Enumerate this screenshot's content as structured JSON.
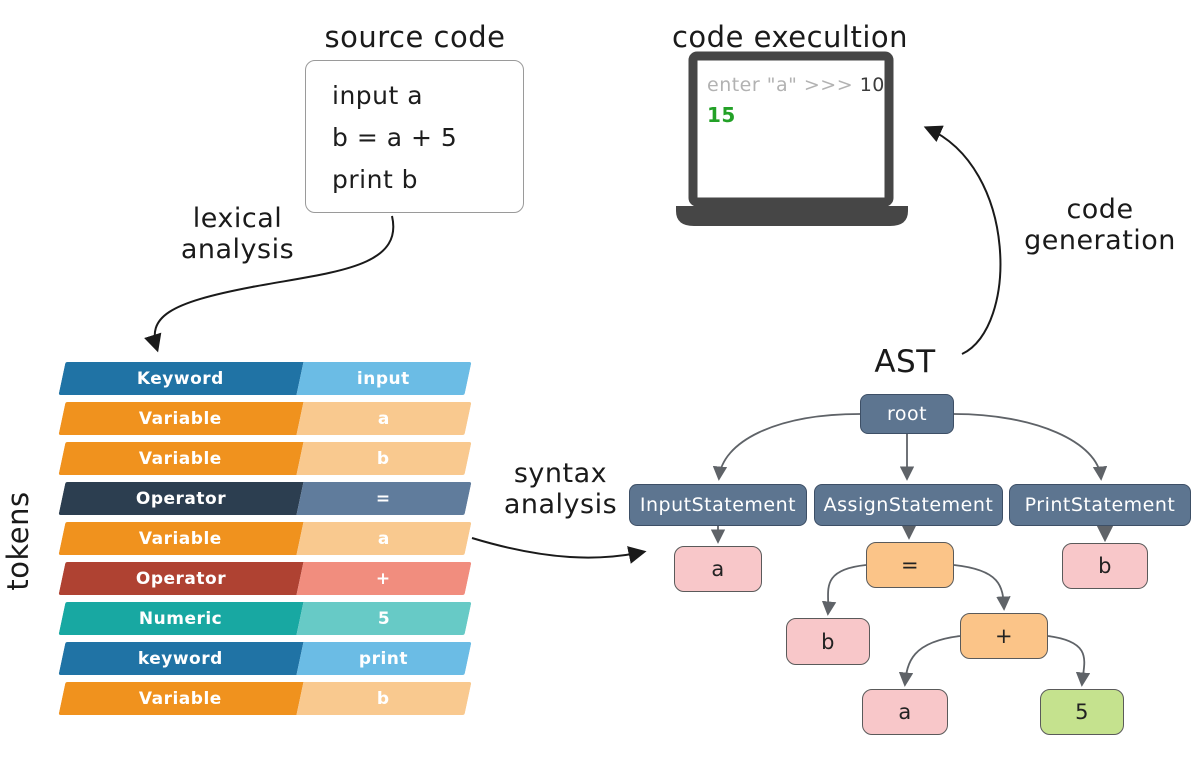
{
  "titles": {
    "source_code": "source code",
    "code_execution": "code execultion",
    "ast": "AST",
    "tokens_axis": "tokens"
  },
  "process_labels": {
    "lexical_line1": "lexical",
    "lexical_line2": "analysis",
    "syntax_line1": "syntax",
    "syntax_line2": "analysis",
    "codegen_line1": "code",
    "codegen_line2": "generation"
  },
  "source_code": {
    "lines": [
      "input a",
      "b = a + 5",
      "print b"
    ]
  },
  "terminal": {
    "prompt": "enter \"a\" >>> ",
    "entered_value": "10",
    "output_value": "15"
  },
  "tokens": {
    "rows": [
      {
        "type": "Keyword",
        "value": "input",
        "variant": "keyword"
      },
      {
        "type": "Variable",
        "value": "a",
        "variant": "variable"
      },
      {
        "type": "Variable",
        "value": "b",
        "variant": "variable"
      },
      {
        "type": "Operator",
        "value": "=",
        "variant": "operator-assign"
      },
      {
        "type": "Variable",
        "value": "a",
        "variant": "variable"
      },
      {
        "type": "Operator",
        "value": "+",
        "variant": "operator-plus"
      },
      {
        "type": "Numeric",
        "value": "5",
        "variant": "numeric"
      },
      {
        "type": "keyword",
        "value": "print",
        "variant": "keyword"
      },
      {
        "type": "Variable",
        "value": "b",
        "variant": "variable"
      }
    ]
  },
  "ast": {
    "root": {
      "label": "root"
    },
    "statements": [
      {
        "label": "InputStatement"
      },
      {
        "label": "AssignStatement"
      },
      {
        "label": "PrintStatement"
      }
    ],
    "leaves": {
      "input_arg": {
        "label": "a"
      },
      "assign_op": {
        "label": "="
      },
      "assign_target": {
        "label": "b"
      },
      "add_op": {
        "label": "+"
      },
      "add_left": {
        "label": "a"
      },
      "add_right": {
        "label": "5"
      },
      "print_arg": {
        "label": "b"
      }
    }
  },
  "colors": {
    "keyword_dark": "#2073a5",
    "keyword_light": "#6bbce5",
    "variable_dark": "#f0921e",
    "variable_light": "#f9c98f",
    "operator_assign_dark": "#2c3e50",
    "operator_assign_light": "#607c9c",
    "operator_plus_dark": "#af4232",
    "operator_plus_light": "#f18d7e",
    "numeric_dark": "#18a8a2",
    "numeric_light": "#67cac6",
    "ast_statement_fill": "#5d7590",
    "ast_identifier_fill": "#f8c7c9",
    "ast_operator_fill": "#fbc488",
    "ast_numeric_fill": "#c5e28e",
    "terminal_prompt_gray": "#b2b2b2",
    "terminal_output_green": "#23a127",
    "laptop_frame": "#464646"
  }
}
